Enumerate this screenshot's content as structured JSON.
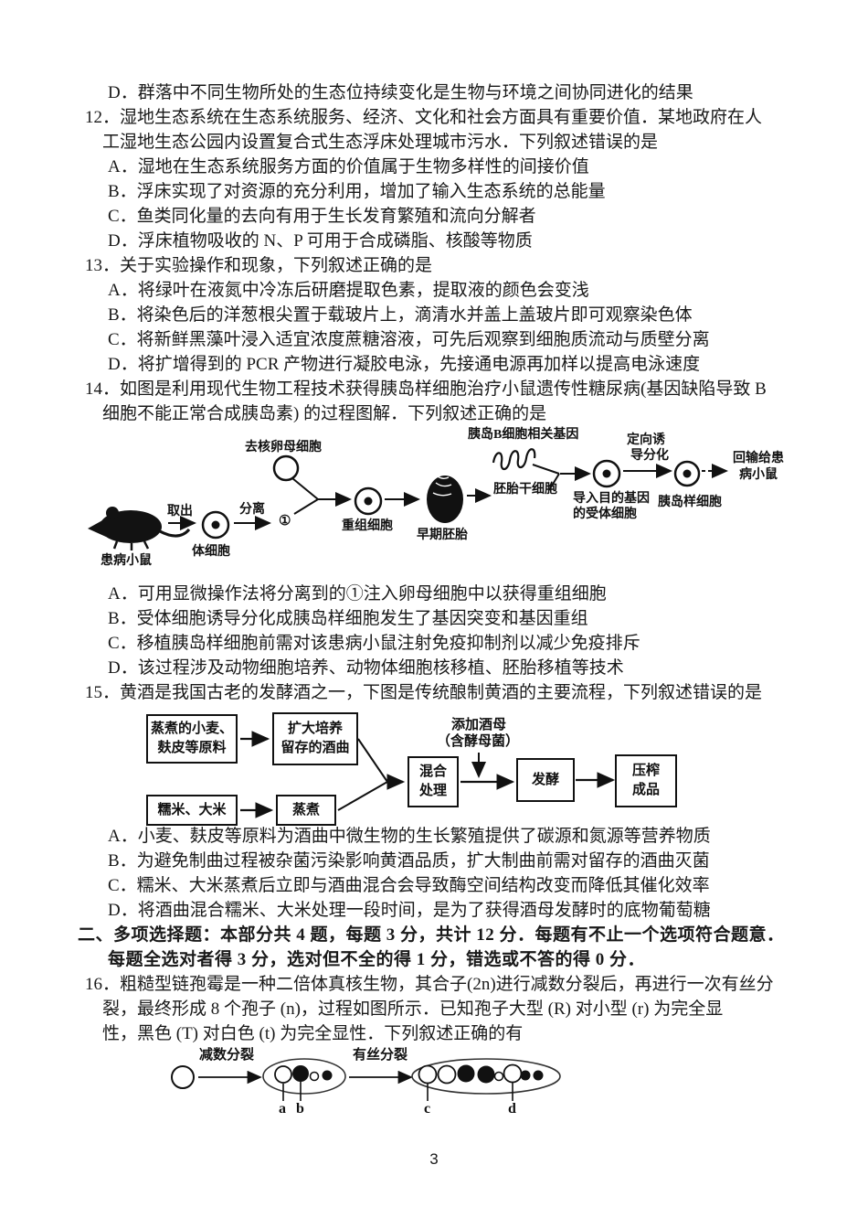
{
  "prev": {
    "option_d": "D．群落中不同生物所处的生态位持续变化是生物与环境之间协同进化的结果"
  },
  "q12": {
    "stem1": "12．湿地生态系统在生态系统服务、经济、文化和社会方面具有重要价值．某地政府在人",
    "stem2": "工湿地生态公园内设置复合式生态浮床处理城市污水．下列叙述错误的是",
    "options": [
      "A．湿地在生态系统服务方面的价值属于生物多样性的间接价值",
      "B．浮床实现了对资源的充分利用，增加了输入生态系统的总能量",
      "C．鱼类同化量的去向有用于生长发育繁殖和流向分解者",
      "D．浮床植物吸收的 N、P 可用于合成磷脂、核酸等物质"
    ]
  },
  "q13": {
    "stem": "13．关于实验操作和现象，下列叙述正确的是",
    "options": [
      "A．将绿叶在液氮中冷冻后研磨提取色素，提取液的颜色会变浅",
      "B．将染色后的洋葱根尖置于载玻片上，滴清水并盖上盖玻片即可观察染色体",
      "C．将新鲜黑藻叶浸入适宜浓度蔗糖溶液，可先后观察到细胞质流动与质壁分离",
      "D．将扩增得到的 PCR 产物进行凝胶电泳，先接通电源再加样以提高电泳速度"
    ]
  },
  "q14": {
    "stem1": "14．如图是利用现代生物工程技术获得胰岛样细胞治疗小鼠遗传性糖尿病(基因缺陷导致 B",
    "stem2": "细胞不能正常合成胰岛素) 的过程图解．下列叙述正确的是",
    "options": [
      "A．可用显微操作法将分离到的①注入卵母细胞中以获得重组细胞",
      "B．受体细胞诱导分化成胰岛样细胞发生了基因突变和基因重组",
      "C．移植胰岛样细胞前需对该患病小鼠注射免疫抑制剂以减少免疫排斥",
      "D．该过程涉及动物细胞培养、动物体细胞核移植、胚胎移植等技术"
    ],
    "diagram": {
      "mouse_label": "患病小鼠",
      "takeout_label": "取出",
      "somatic_label": "体细胞",
      "separate_label": "分离",
      "circled_one": "①",
      "oocyte_label": "去核卵母细胞",
      "recombinant_label": "重组细胞",
      "embryo_label": "早期胚胎",
      "esc_label": "胚胎干细胞",
      "gene_label": "胰岛B细胞相关基因",
      "receptor_label_1": "导入目的基因",
      "receptor_label_2": "的受体细胞",
      "induce_label_1": "定向诱",
      "induce_label_2": "导分化",
      "islet_label": "胰岛样细胞",
      "return_label_1": "回输给患",
      "return_label_2": "病小鼠"
    }
  },
  "q15": {
    "stem": "15．黄酒是我国古老的发酵酒之一，下图是传统酿制黄酒的主要流程，下列叙述错误的是",
    "options": [
      "A．小麦、麸皮等原料为酒曲中微生物的生长繁殖提供了碳源和氮源等营养物质",
      "B．为避免制曲过程被杂菌污染影响黄酒品质，扩大制曲前需对留存的酒曲灭菌",
      "C．糯米、大米蒸煮后立即与酒曲混合会导致酶空间结构改变而降低其催化效率",
      "D．将酒曲混合糯米、大米处理一段时间，是为了获得酒母发酵时的底物葡萄糖"
    ],
    "diagram": {
      "box1_line1": "蒸煮的小麦、",
      "box1_line2": "麸皮等原料",
      "box2_line1": "扩大培养",
      "box2_line2": "留存的酒曲",
      "box3": "糯米、大米",
      "box4": "蒸煮",
      "box5_line1": "混合",
      "box5_line2": "处理",
      "yeast_label_1": "添加酒母",
      "yeast_label_2": "（含酵母菌）",
      "box6": "发酵",
      "box7_line1": "压榨",
      "box7_line2": "成品"
    }
  },
  "section2": {
    "line1": "二、多项选择题：本部分共 4 题，每题 3 分，共计 12 分．每题有不止一个选项符合题意．",
    "line2": "每题全选对者得 3 分，选对但不全的得 1 分，错选或不答的得 0 分．"
  },
  "q16": {
    "stem1": "16．粗糙型链孢霉是一种二倍体真核生物，其合子(2n)进行减数分裂后，再进行一次有丝分",
    "stem2": "裂，最终形成 8 个孢子 (n)，过程如图所示．已知孢子大型 (R) 对小型 (r) 为完全显",
    "stem3": "性，黑色 (T) 对白色 (t) 为完全显性．下列叙述正确的有",
    "diagram": {
      "meiosis_label": "减数分裂",
      "mitosis_label": "有丝分裂",
      "label_a": "a",
      "label_b": "b",
      "label_c": "c",
      "label_d": "d"
    }
  },
  "page_number": "3"
}
